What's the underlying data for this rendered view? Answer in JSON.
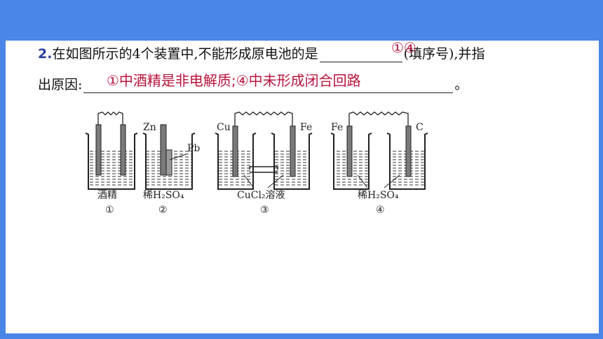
{
  "question": {
    "number": "2.",
    "text_part1": "在如图所示的4个装置中,不能形成原电池的是",
    "text_part2": "(填序号),并指",
    "line2_prefix": "出原因:",
    "line2_suffix": "。",
    "answer_blank1": "①④",
    "answer_blank2": "①中酒精是非电解质;④中未形成闭合回路"
  },
  "diagram": {
    "setup1": {
      "label": "酒精",
      "index": "①"
    },
    "setup2": {
      "electrode_left": "Zn",
      "electrode_right": "Pb",
      "label": "稀H₂SO₄",
      "index": "②"
    },
    "setup3": {
      "electrode_left": "Cu",
      "electrode_right": "Fe",
      "label": "CuCl₂溶液",
      "index": "③"
    },
    "setup4": {
      "electrode_left": "Fe",
      "electrode_right": "C",
      "label": "稀H₂SO₄",
      "index": "④"
    }
  },
  "colors": {
    "frame": "#4a86e8",
    "answer": "#b8143c",
    "number": "#2a3f9c"
  }
}
